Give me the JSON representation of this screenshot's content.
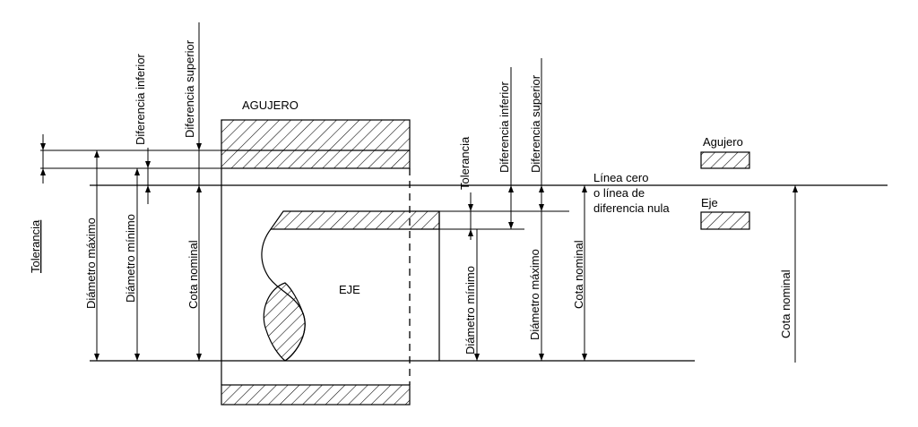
{
  "labels": {
    "agujero_title": "AGUJERO",
    "eje_center": "EJE",
    "linea_cero_1": "Línea cero",
    "linea_cero_2": "o línea de",
    "linea_cero_3": "diferencia nula",
    "legend_agujero": "Agujero",
    "legend_eje": "Eje",
    "left_tolerancia": "Tolerancia",
    "left_diametro_maximo": "Diámetro máximo",
    "left_diametro_minimo": "Diámetro mínimo",
    "left_cota_nominal": "Cota nominal",
    "left_diferencia_inferior": "Diferencia inferior",
    "left_diferencia_superior": "Diferencia superior",
    "mid_tolerancia": "Tolerancia",
    "mid_diferencia_inferior": "Diferencia inferior",
    "mid_diferencia_superior": "Diferencia superior",
    "mid_diametro_minimo": "Diámetro mínimo",
    "mid_diametro_maximo": "Diámetro máximo",
    "mid_cota_nominal": "Cota nominal",
    "right_cota_nominal": "Cota nominal"
  },
  "colors": {
    "ink": "#000000",
    "background": "#ffffff"
  }
}
